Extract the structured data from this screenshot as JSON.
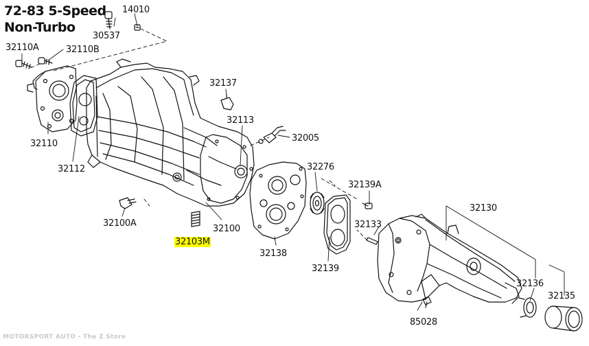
{
  "title": {
    "line1": "72-83 5-Speed",
    "line2": "Non-Turbo"
  },
  "parts": [
    {
      "id": "p14010",
      "number": "14010"
    },
    {
      "id": "p30537",
      "number": "30537"
    },
    {
      "id": "p32110A",
      "number": "32110A"
    },
    {
      "id": "p32110B",
      "number": "32110B"
    },
    {
      "id": "p32110",
      "number": "32110"
    },
    {
      "id": "p32112",
      "number": "32112"
    },
    {
      "id": "p32137",
      "number": "32137"
    },
    {
      "id": "p32113",
      "number": "32113"
    },
    {
      "id": "p32005",
      "number": "32005"
    },
    {
      "id": "p32276",
      "number": "32276"
    },
    {
      "id": "p32139A",
      "number": "32139A"
    },
    {
      "id": "p32100A",
      "number": "32100A"
    },
    {
      "id": "p32100",
      "number": "32100"
    },
    {
      "id": "p32103M",
      "number": "32103M",
      "highlighted": true
    },
    {
      "id": "p32133",
      "number": "32133"
    },
    {
      "id": "p32130",
      "number": "32130"
    },
    {
      "id": "p32138",
      "number": "32138"
    },
    {
      "id": "p32139",
      "number": "32139"
    },
    {
      "id": "p32136",
      "number": "32136"
    },
    {
      "id": "p32135",
      "number": "32135"
    },
    {
      "id": "p85028",
      "number": "85028"
    }
  ],
  "footer": "MOTORSPORT AUTO - The Z Store",
  "colors": {
    "highlight": "#ffff00",
    "ink": "#111111",
    "watermark": "#c9c9c9"
  }
}
